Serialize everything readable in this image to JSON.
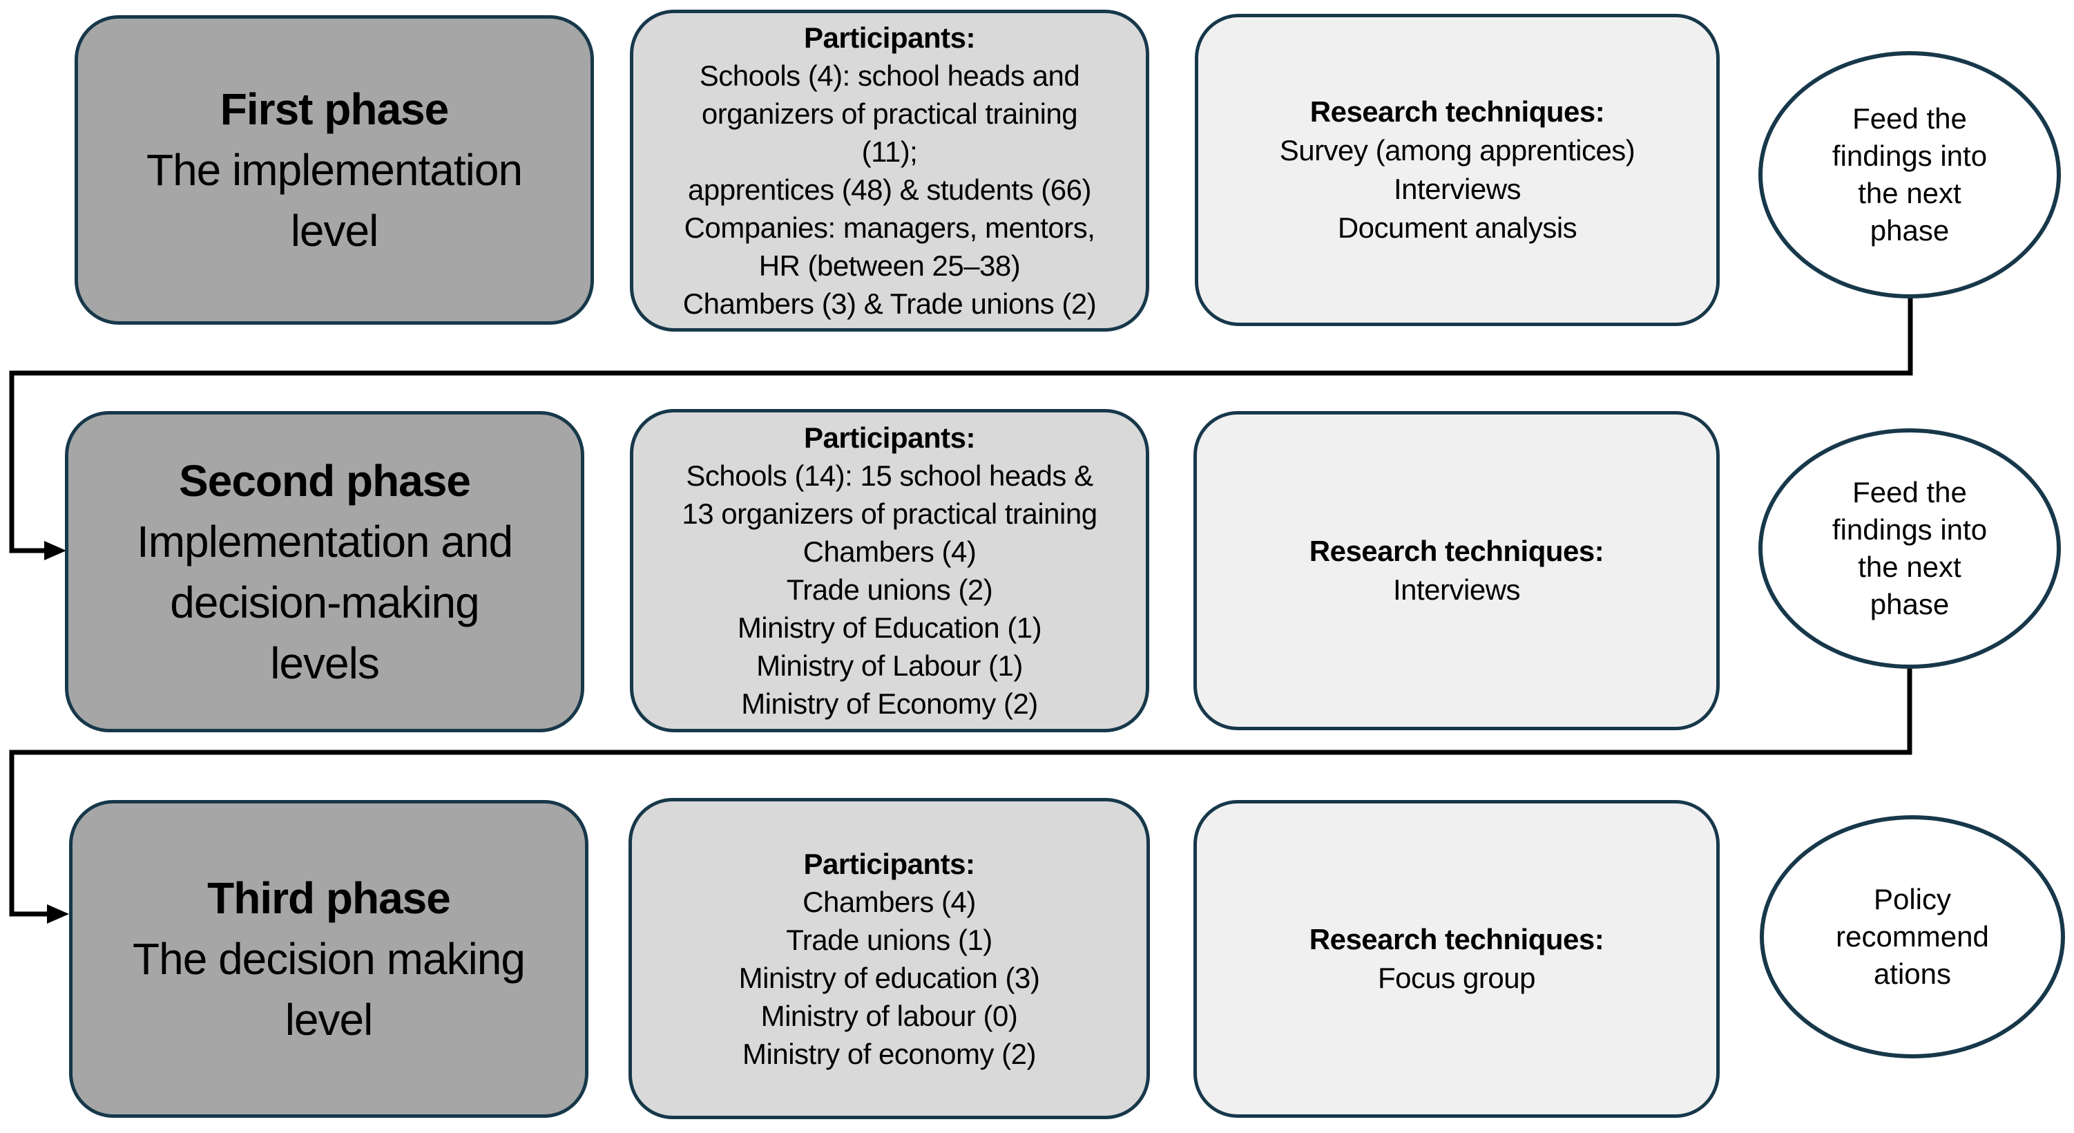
{
  "background": "#ffffff",
  "colors": {
    "border": "#17384a",
    "phase_fill": "#a6a6a6",
    "participants_fill": "#d9d9d9",
    "research_fill": "#f0f0f0",
    "ellipse_fill": "#ffffff",
    "connector": "#000000",
    "text": "#000000"
  },
  "phases": [
    {
      "title": "First phase",
      "subtitle_lines": [
        "The implementation",
        "level"
      ],
      "participants": {
        "heading": "Participants:",
        "lines": [
          "Schools (4): school heads and",
          "organizers of practical training",
          "(11);",
          "apprentices (48) & students (66)",
          "Companies: managers, mentors,",
          "HR (between 25–38)",
          "Chambers (3) & Trade unions (2)"
        ]
      },
      "research": {
        "heading": "Research techniques:",
        "lines": [
          "Survey (among apprentices)",
          "Interviews",
          "Document analysis"
        ]
      },
      "outcome_lines": [
        "Feed the",
        "findings into",
        "the next",
        "phase"
      ]
    },
    {
      "title": "Second phase",
      "subtitle_lines": [
        "Implementation and",
        "decision-making",
        "levels"
      ],
      "participants": {
        "heading": "Participants:",
        "lines": [
          "Schools (14): 15 school heads &",
          "13 organizers of practical training",
          "Chambers (4)",
          "Trade unions (2)",
          "Ministry of Education (1)",
          "Ministry of Labour (1)",
          "Ministry of Economy (2)"
        ]
      },
      "research": {
        "heading": "Research techniques:",
        "lines": [
          "Interviews"
        ]
      },
      "outcome_lines": [
        "Feed the",
        "findings into",
        "the next",
        "phase"
      ]
    },
    {
      "title": "Third phase",
      "subtitle_lines": [
        "The decision making",
        "level"
      ],
      "participants": {
        "heading": "Participants:",
        "lines": [
          "Chambers (4)",
          "Trade unions (1)",
          "Ministry of education (3)",
          "Ministry of labour (0)",
          "Ministry of economy (2)"
        ]
      },
      "research": {
        "heading": "Research techniques:",
        "lines": [
          "Focus group"
        ]
      },
      "outcome_lines": [
        "Policy",
        "recommend",
        "ations"
      ]
    }
  ]
}
